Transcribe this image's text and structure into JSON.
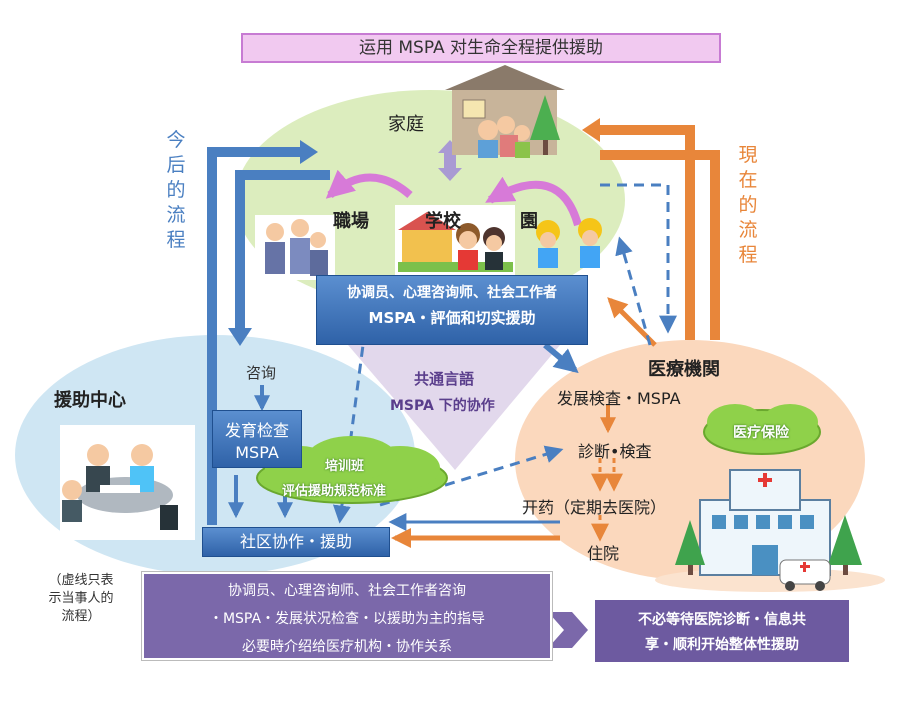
{
  "title": "运用 MSPA 对生命全程提供援助",
  "left_flow_label": [
    "今",
    "后",
    "的",
    "流",
    "程"
  ],
  "right_flow_label": [
    "現",
    "在",
    "的",
    "流",
    "程"
  ],
  "family": {
    "label": "家庭"
  },
  "places": {
    "work": "職場",
    "school": "学校",
    "kindergarten": "園"
  },
  "coordinator_box": {
    "line1": "协调员、心理咨询师、社会工作者",
    "line2": "MSPA・評価和切实援助"
  },
  "common_language": {
    "line1": "共通言語",
    "line2": "MSPA 下的协作"
  },
  "support_center": {
    "title": "援助中心",
    "consult": "咨询",
    "dev_check_line1": "发育检查",
    "dev_check_line2": "MSPA",
    "training_line1": "培训班",
    "training_line2": "评估援助规范标准",
    "community": "社区协作・援助"
  },
  "medical": {
    "title": "医療機関",
    "dev_check": "发展検査・MSPA",
    "insurance": "医疗保险",
    "diagnosis": "診断•検査",
    "prescription": "开药（定期去医院）",
    "hospitalization": "住院"
  },
  "note": {
    "line1": "（虚线只表",
    "line2": "示当事人的",
    "line3": "流程）"
  },
  "bottom_purple": {
    "line1": "协调员、心理咨询师、社会工作者咨询",
    "line2": "・MSPA・发展状况检查・以援助为主的指导",
    "line3": "必要時介绍给医疗机构・协作关系"
  },
  "result_box": {
    "line1": "不必等待医院诊断・信息共",
    "line2": "享・顺利开始整体性援助"
  },
  "colors": {
    "blue_arrow": "#4a7fc1",
    "orange_arrow": "#e8863a",
    "pink_arrow": "#d77ad8",
    "family_bg": "#dcedbe",
    "support_bg": "#cfe6f3",
    "medical_bg": "#fbd8bd",
    "purple_box": "#7b68aa",
    "cloud_green": "#8fd14a"
  }
}
